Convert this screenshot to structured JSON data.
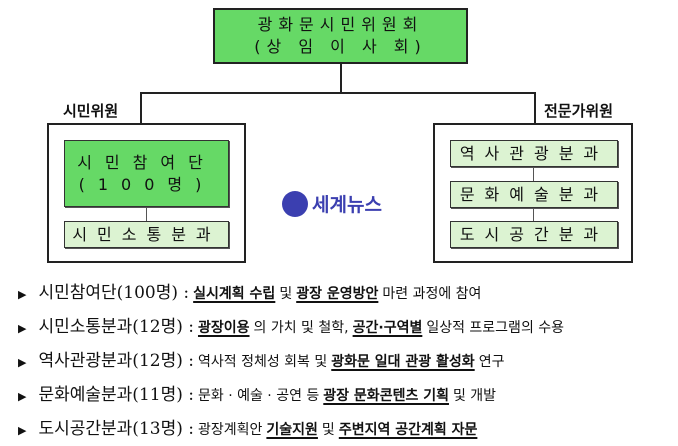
{
  "chart_top": {
    "title": "광화문시민위원회",
    "subtitle": "(상 임 이 사 회)"
  },
  "left_group": {
    "label": "시민위원",
    "main_box": {
      "line1": "시민참여단",
      "line2": "(100명)"
    },
    "sub_box": "시민소통분과"
  },
  "right_group": {
    "label": "전문가위원",
    "boxes": [
      "역사관광분과",
      "문화예술분과",
      "도시공간분과"
    ]
  },
  "colors": {
    "green": "#66d966",
    "light_green": "#dcf3d2"
  },
  "rows": [
    {
      "title": "시민참여단(100명) :",
      "segs": [
        {
          "t": "실시계획 수립",
          "u": true
        },
        {
          "t": "및",
          "u": false
        },
        {
          "t": "광장 운영방안",
          "u": true
        },
        {
          "t": "마련 과정에 참여",
          "u": false
        }
      ]
    },
    {
      "title": "시민소통분과(12명) :",
      "segs": [
        {
          "t": "광장이용",
          "u": true
        },
        {
          "t": "의 가치 및 철학,",
          "u": false
        },
        {
          "t": "공간·구역별",
          "u": true
        },
        {
          "t": "일상적 프로그램의 수용",
          "u": false
        }
      ]
    },
    {
      "title": "역사관광분과(12명) :",
      "segs": [
        {
          "t": "역사적 정체성 회복 및",
          "u": false
        },
        {
          "t": "광화문 일대 관광 활성화",
          "u": true
        },
        {
          "t": "연구",
          "u": false
        }
      ]
    },
    {
      "title": "문화예술분과(11명) :",
      "segs": [
        {
          "t": "문화 · 예술 · 공연 등",
          "u": false
        },
        {
          "t": "광장 문화콘텐츠 기획",
          "u": true
        },
        {
          "t": "및 개발",
          "u": false
        }
      ]
    },
    {
      "title": "도시공간분과(13명) :",
      "segs": [
        {
          "t": "광장계획안",
          "u": false
        },
        {
          "t": "기술지원",
          "u": true
        },
        {
          "t": "및",
          "u": false
        },
        {
          "t": "주변지역 공간계획 자문",
          "u": true
        }
      ]
    }
  ],
  "watermark": "세계뉴스"
}
